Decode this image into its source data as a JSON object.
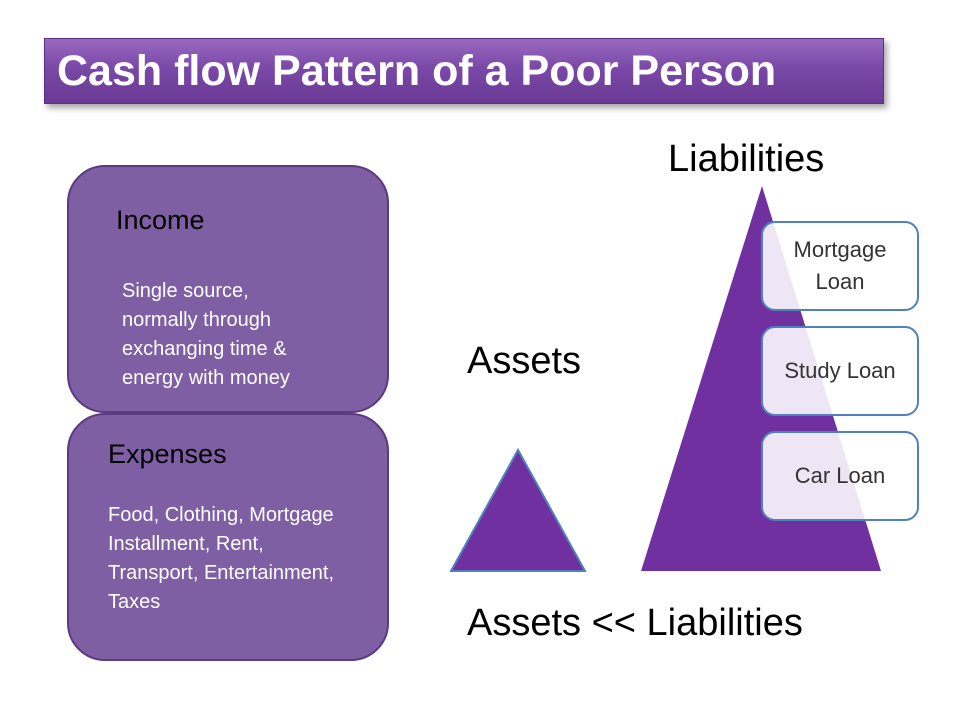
{
  "title": "Cash flow Pattern of a Poor Person",
  "income": {
    "heading": "Income",
    "body": "Single source,\nnormally through\nexchanging time &\nenergy with money"
  },
  "expenses": {
    "heading": "Expenses",
    "body": "Food, Clothing, Mortgage\nInstallment, Rent,\nTransport, Entertainment,\nTaxes"
  },
  "assets_label": "Assets",
  "liabilities_label": "Liabilities",
  "liabilities": [
    {
      "label": "Mortgage\nLoan"
    },
    {
      "label": "Study Loan"
    },
    {
      "label": "Car Loan"
    }
  ],
  "comparison": "Assets << Liabilities",
  "colors": {
    "title_bar": "#7a48a6",
    "box_fill": "#7e5fa3",
    "triangle_fill": "#7030a0",
    "loan_border": "#4f81bd"
  }
}
